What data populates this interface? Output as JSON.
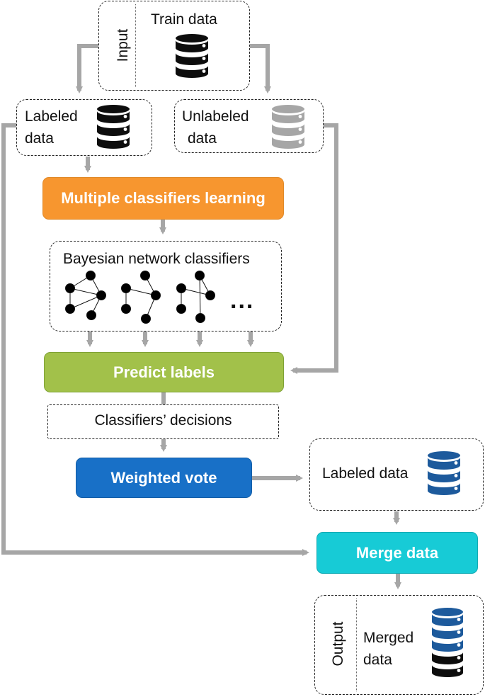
{
  "input_box": {
    "side_label": "Input",
    "title": "Train data"
  },
  "labeled_box": {
    "label_line1": "Labeled",
    "label_line2": "data"
  },
  "unlabeled_box": {
    "label_line1": "Unlabeled",
    "label_line2": "data"
  },
  "multi_learning": {
    "label": "Multiple classifiers learning",
    "color": "#F7962F"
  },
  "bn_box": {
    "title": "Bayesian network classifiers",
    "ellipsis": "..."
  },
  "predict": {
    "label": "Predict labels",
    "color": "#A2C14A"
  },
  "decisions": {
    "label": "Classifiers’ decisions"
  },
  "vote": {
    "label": "Weighted vote",
    "color": "#1870C7"
  },
  "labeled_out": {
    "label": "Labeled data"
  },
  "merge": {
    "label": "Merge data",
    "color": "#17CBD6"
  },
  "output_box": {
    "side_label": "Output",
    "label_line1": "Merged",
    "label_line2": "data"
  },
  "colors": {
    "arrow": "#A6A6A6",
    "db_black": "#0d0d0d",
    "db_gray": "#A6A6A6",
    "db_blue": "#1D5A9C"
  }
}
